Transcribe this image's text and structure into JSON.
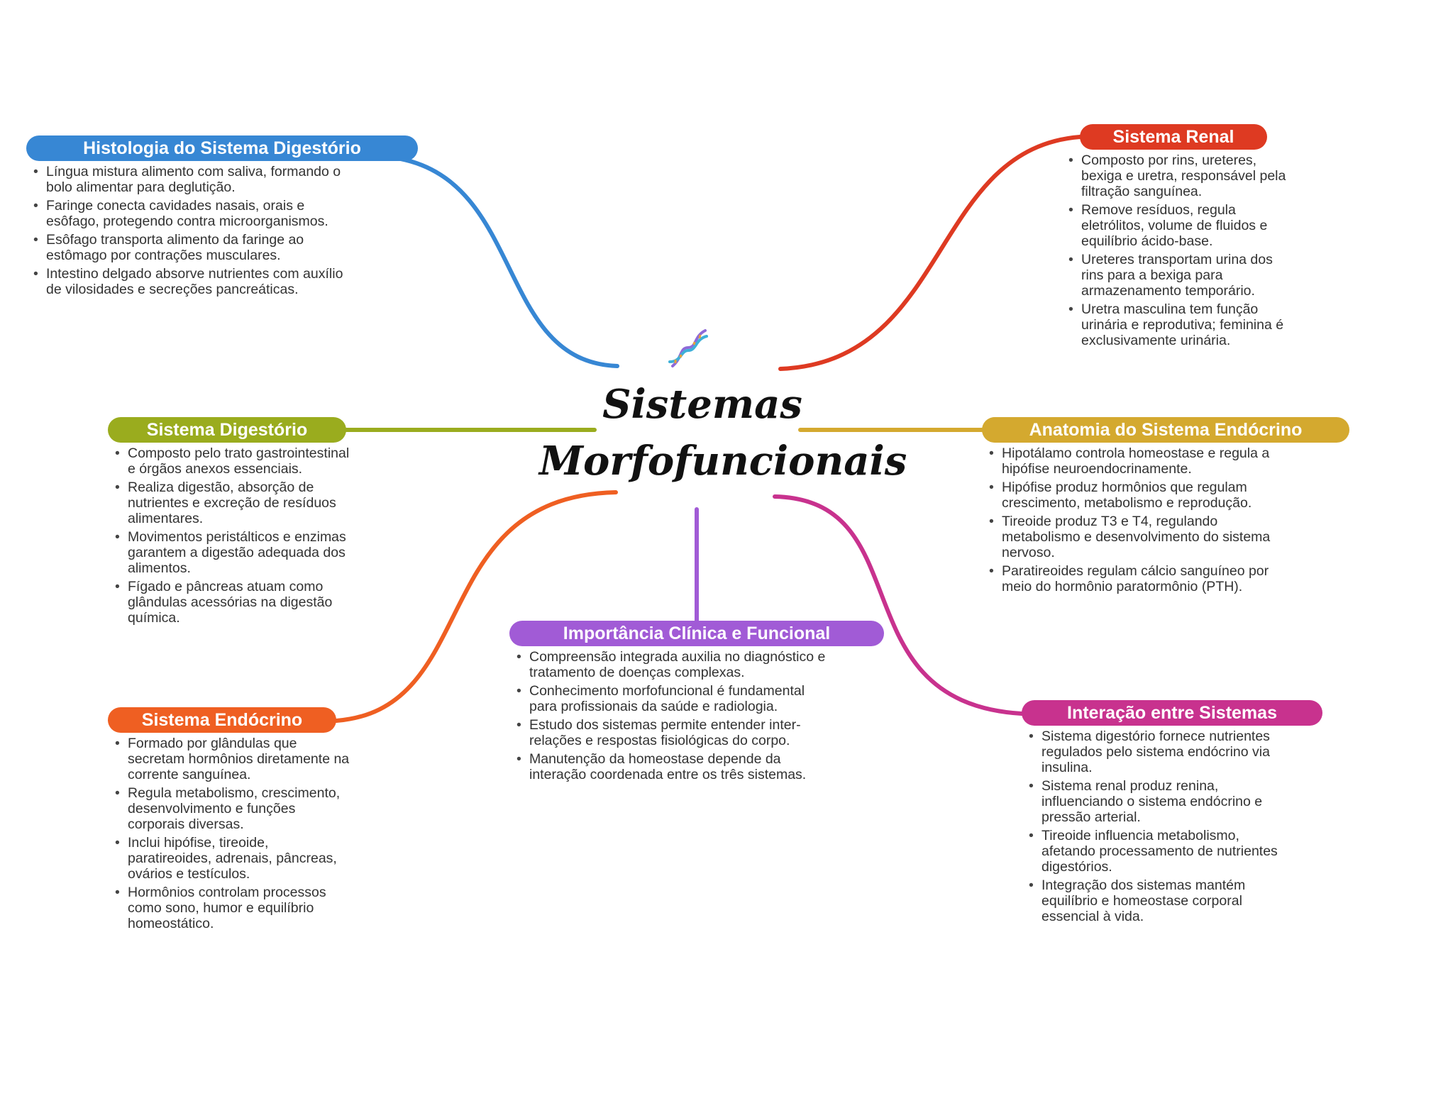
{
  "title": {
    "line1": "Sistemas",
    "line2": "Morfofuncionais"
  },
  "center_icon": "dna-icon",
  "branches": {
    "histologia": {
      "label": "Histologia do Sistema Digestório",
      "color": "#3787d4",
      "items": [
        "Língua mistura alimento com saliva, formando o bolo alimentar para deglutição.",
        "Faringe conecta cavidades nasais, orais e esôfago, protegendo contra microorganismos.",
        "Esôfago transporta alimento da faringe ao estômago por contrações musculares.",
        "Intestino delgado absorve nutrientes com auxílio de vilosidades e secreções pancreáticas."
      ]
    },
    "renal": {
      "label": "Sistema Renal",
      "color": "#de3a22",
      "items": [
        "Composto por rins, ureteres, bexiga e uretra, responsável pela filtração sanguínea.",
        "Remove resíduos, regula eletrólitos, volume de fluidos e equilíbrio ácido-base.",
        "Ureteres transportam urina dos rins para a bexiga para armazenamento temporário.",
        "Uretra masculina tem função urinária e reprodutiva; feminina é exclusivamente urinária."
      ]
    },
    "digestorio": {
      "label": "Sistema Digestório",
      "color": "#9aac1e",
      "items": [
        "Composto pelo trato gastrointestinal e órgãos anexos essenciais.",
        "Realiza digestão, absorção de nutrientes e excreção de resíduos alimentares.",
        "Movimentos peristálticos e enzimas garantem a digestão adequada dos alimentos.",
        "Fígado e pâncreas atuam como glândulas acessórias na digestão química."
      ]
    },
    "anatomia": {
      "label": "Anatomia do Sistema Endócrino",
      "color": "#d4a92f",
      "items": [
        "Hipotálamo controla homeostase e regula a hipófise neuroendocrinamente.",
        "Hipófise produz hormônios que regulam crescimento, metabolismo e reprodução.",
        "Tireoide produz T3 e T4, regulando metabolismo e desenvolvimento do sistema nervoso.",
        "Paratireoides regulam cálcio sanguíneo por meio do hormônio paratormônio (PTH)."
      ]
    },
    "importancia": {
      "label": "Importância Clínica e Funcional",
      "color": "#a15bd6",
      "items": [
        "Compreensão integrada auxilia no diagnóstico e tratamento de doenças complexas.",
        "Conhecimento morfofuncional é fundamental para profissionais da saúde e radiologia.",
        "Estudo dos sistemas permite entender inter-relações e respostas fisiológicas do corpo.",
        "Manutenção da homeostase depende da interação coordenada entre os três sistemas."
      ]
    },
    "endocrino": {
      "label": "Sistema Endócrino",
      "color": "#ef5f22",
      "items": [
        "Formado por glândulas que secretam hormônios diretamente na corrente sanguínea.",
        "Regula metabolismo, crescimento, desenvolvimento e funções corporais diversas.",
        "Inclui hipófise, tireoide, paratireoides, adrenais, pâncreas, ovários e testículos.",
        "Hormônios controlam processos como sono, humor e equilíbrio homeostático."
      ]
    },
    "interacao": {
      "label": "Interação entre Sistemas",
      "color": "#c8328e",
      "items": [
        "Sistema digestório fornece nutrientes regulados pelo sistema endócrino via insulina.",
        "Sistema renal produz renina, influenciando o sistema endócrino e pressão arterial.",
        "Tireoide influencia metabolismo, afetando processamento de nutrientes digestórios.",
        "Integração dos sistemas mantém equilíbrio e homeostase corporal essencial à vida."
      ]
    }
  }
}
